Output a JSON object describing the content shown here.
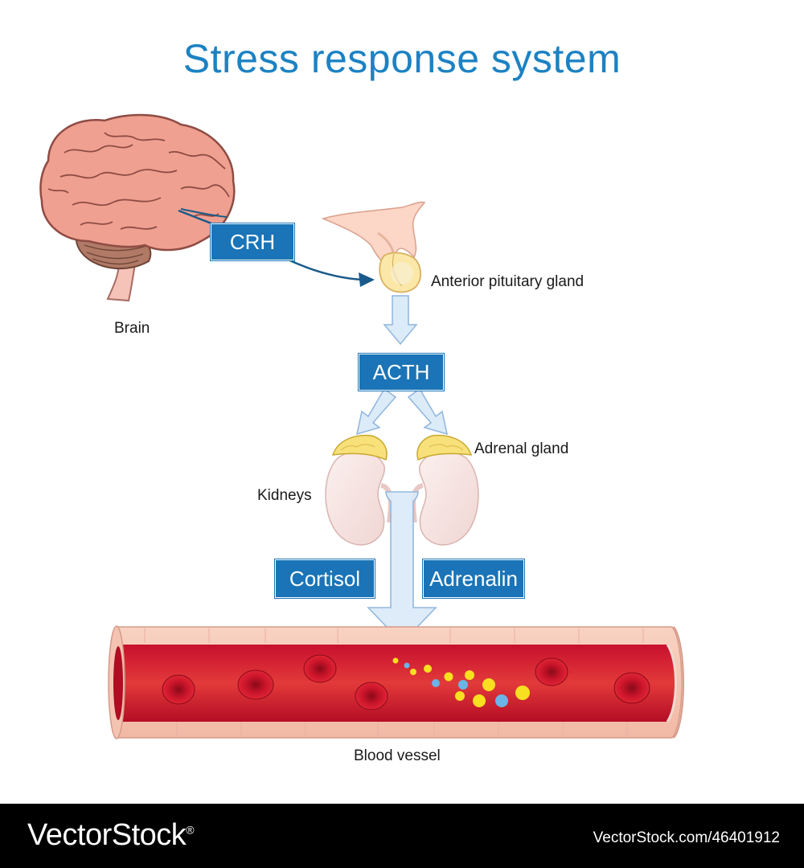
{
  "title": "Stress response system",
  "labels": {
    "brain": "Brain",
    "pituitary": "Anterior pituitary gland",
    "adrenal": "Adrenal gland",
    "kidneys": "Kidneys",
    "vessel": "Blood vessel"
  },
  "hormones": {
    "crh": "CRH",
    "acth": "ACTH",
    "cortisol": "Cortisol",
    "adrenalin": "Adrenalin"
  },
  "colors": {
    "title": "#1c82c3",
    "box": "#1a74b7",
    "arrow_fill": "#dcebf8",
    "arrow_stroke": "#8fb5de",
    "blood": "#c8102e",
    "brain": "#f0a090"
  },
  "icons": [
    "brain-icon",
    "pituitary-gland-icon",
    "kidney-icon",
    "adrenal-gland-icon",
    "blood-vessel-icon",
    "red-blood-cell-icon"
  ],
  "watermark": {
    "brand": "VectorStock",
    "registered": "®",
    "url": "VectorStock.com/46401912"
  }
}
